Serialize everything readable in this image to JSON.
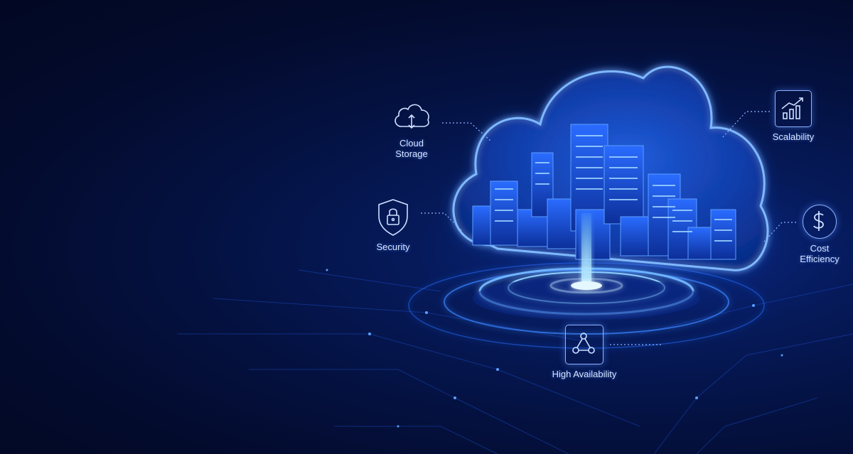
{
  "features": {
    "cloud_storage": {
      "label": "Cloud\nStorage",
      "icon": "cloud-sync-icon"
    },
    "security": {
      "label": "Security",
      "icon": "shield-lock-icon"
    },
    "scalability": {
      "label": "Scalability",
      "icon": "growth-chart-icon"
    },
    "cost_efficiency": {
      "label": "Cost\nEfficiency",
      "icon": "dollar-icon"
    },
    "high_availability": {
      "label": "High Availability",
      "icon": "network-nodes-icon"
    }
  },
  "colors": {
    "background": "#030b2c",
    "accent": "#2f7bff",
    "glow": "#6fb4ff",
    "text": "#d7e4ff"
  }
}
